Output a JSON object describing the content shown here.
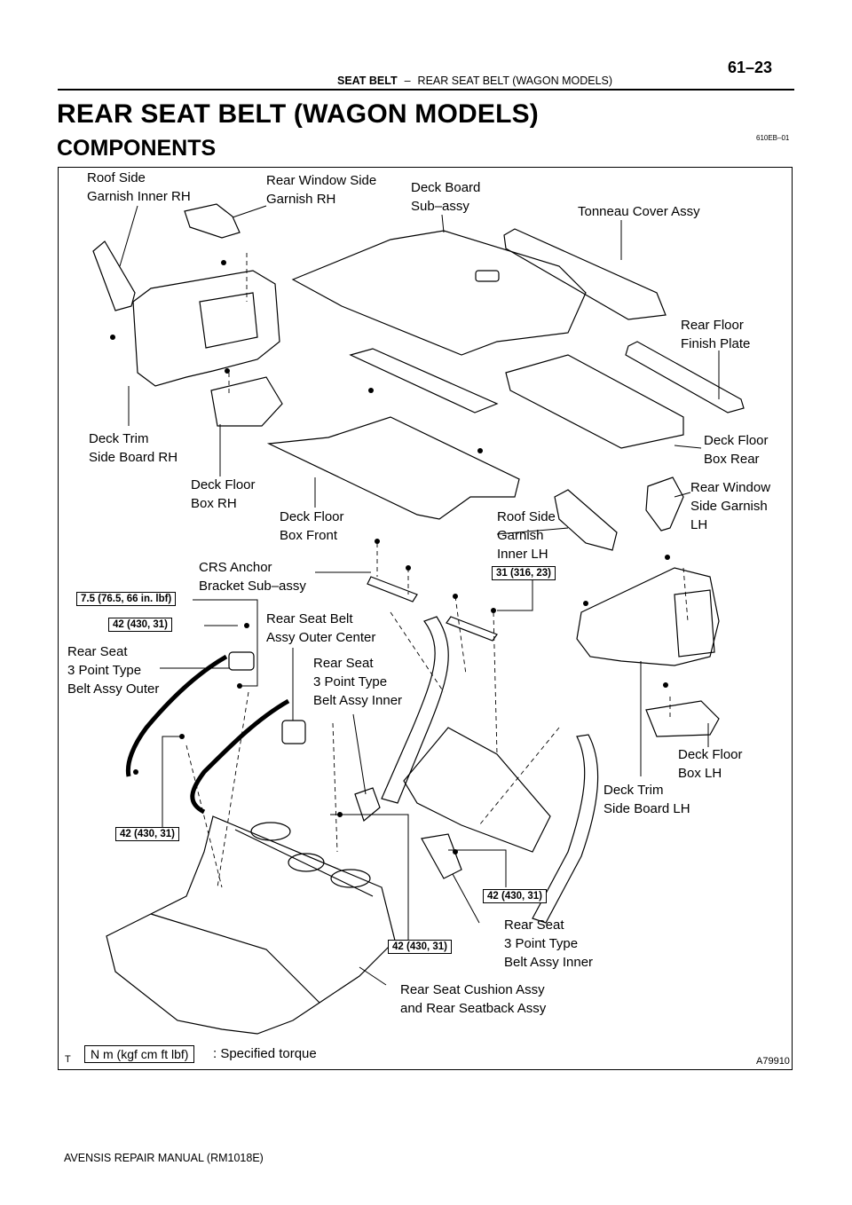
{
  "header": {
    "section": "SEAT BELT",
    "separator": "–",
    "subsection": "REAR SEAT BELT (WAGON MODELS)",
    "page_number": "61–23"
  },
  "title": "REAR SEAT BELT (WAGON MODELS)",
  "subtitle": "COMPONENTS",
  "ref_code": "610EB–01",
  "figure_id": "A79910",
  "figure_corner": "T",
  "labels": {
    "roof_side_rh": "Roof Side\nGarnish Inner RH",
    "rear_window_side_rh": "Rear Window Side\nGarnish RH",
    "deck_board": "Deck Board\nSub–assy",
    "tonneau": "Tonneau Cover Assy",
    "rear_floor_finish": "Rear Floor\nFinish Plate",
    "deck_trim_rh": "Deck Trim\nSide Board RH",
    "deck_floor_box_rear": "Deck Floor\nBox Rear",
    "deck_floor_box_rh": "Deck Floor\nBox RH",
    "rear_window_side_lh": "Rear Window\nSide Garnish\nLH",
    "deck_floor_box_front": "Deck Floor\nBox Front",
    "roof_side_lh": "Roof Side\nGarnish\nInner LH",
    "crs_anchor": "CRS Anchor\nBracket Sub–assy",
    "rear_seat_belt_outer_center": "Rear Seat Belt\nAssy Outer Center",
    "rear_seat_3pt_outer": "Rear Seat\n3 Point Type\nBelt Assy Outer",
    "rear_seat_3pt_inner_a": "Rear Seat\n3 Point Type\nBelt Assy Inner",
    "deck_floor_box_lh": "Deck Floor\nBox LH",
    "deck_trim_lh": "Deck Trim\nSide Board LH",
    "rear_seat_3pt_inner_b": "Rear Seat\n3 Point Type\nBelt Assy Inner",
    "rear_seat_cushion": "Rear Seat Cushion Assy\nand Rear Seatback Assy"
  },
  "torques": {
    "t1": "7.5 (76.5, 66 in. lbf)",
    "t2": "42 (430, 31)",
    "t3": "31 (316, 23)",
    "t4": "42 (430, 31)",
    "t5": "42 (430, 31)",
    "t6": "42 (430, 31)"
  },
  "legend": {
    "unit_box": "N m (kgf cm ft lbf)",
    "text": ": Specified torque"
  },
  "footer": "AVENSIS REPAIR MANUAL   (RM1018E)"
}
